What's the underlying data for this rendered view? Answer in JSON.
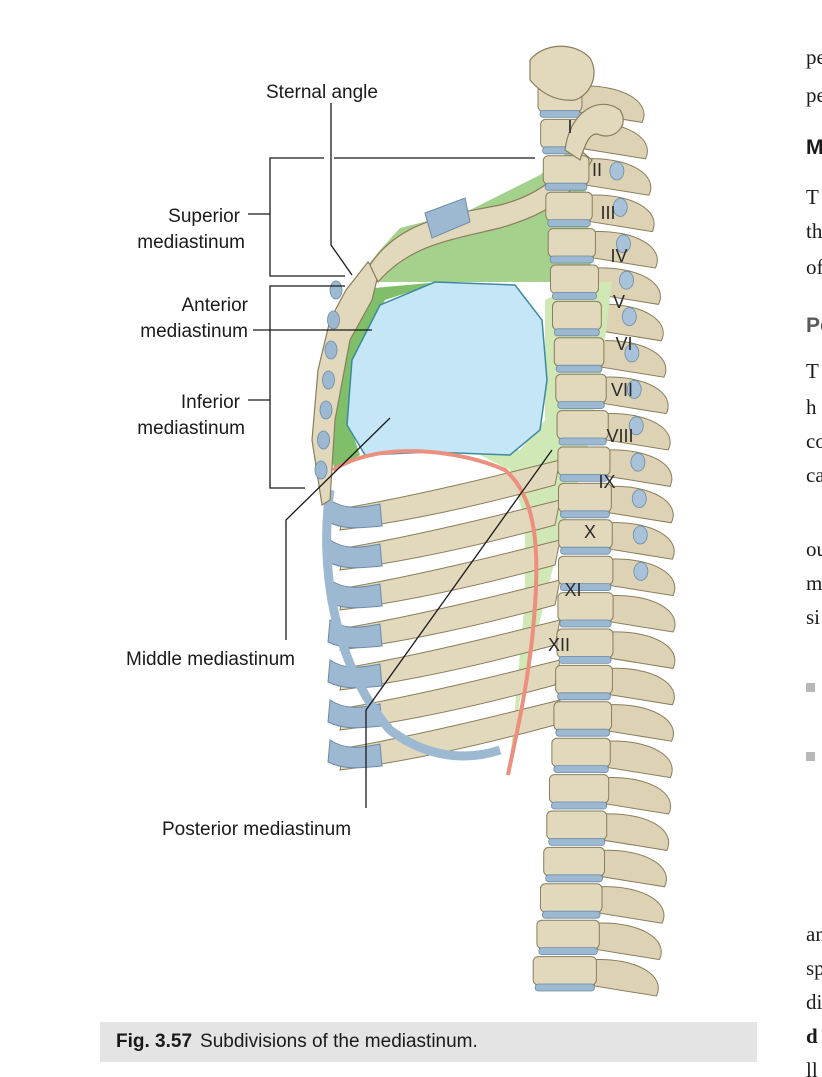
{
  "figure": {
    "labels": {
      "sternal_angle": "Sternal angle",
      "superior_1": "Superior",
      "superior_2": "mediastinum",
      "anterior_1": "Anterior",
      "anterior_2": "mediastinum",
      "inferior_1": "Inferior",
      "inferior_2": "mediastinum",
      "middle": "Middle mediastinum",
      "posterior": "Posterior mediastinum"
    },
    "vertebrae": [
      "I",
      "II",
      "III",
      "IV",
      "V",
      "VI",
      "VII",
      "VIII",
      "IX",
      "X",
      "XI",
      "XII"
    ],
    "colors": {
      "superior_region": "#a4d18c",
      "anterior_region": "#7fbf6a",
      "middle_region": "#c4e6f6",
      "posterior_region": "#cfe8b5",
      "bone": "#e2d8bc",
      "cartilage": "#9db9d2",
      "diaphragm": "#ec8f7e"
    }
  },
  "caption": {
    "number": "Fig. 3.57",
    "text": "Subdivisions of the mediastinum."
  },
  "right_column": {
    "fragments": [
      {
        "text": "pe",
        "style": "body"
      },
      {
        "text": "pe",
        "style": "body"
      },
      {
        "text": "M",
        "style": "head"
      },
      {
        "text": "T",
        "style": "body"
      },
      {
        "text": "th",
        "style": "body"
      },
      {
        "text": "of",
        "style": "body"
      },
      {
        "text": "Po",
        "style": "sub"
      },
      {
        "text": "T",
        "style": "body"
      },
      {
        "text": "h",
        "style": "body"
      },
      {
        "text": "co",
        "style": "body"
      },
      {
        "text": "ca",
        "style": "body"
      },
      {
        "text": "ou",
        "style": "body"
      },
      {
        "text": "m",
        "style": "body"
      },
      {
        "text": "si",
        "style": "body"
      },
      {
        "text": "an",
        "style": "body"
      },
      {
        "text": "sp",
        "style": "body"
      },
      {
        "text": "di",
        "style": "body"
      },
      {
        "text": "d",
        "style": "bold"
      },
      {
        "text": "ll",
        "style": "body"
      }
    ]
  }
}
